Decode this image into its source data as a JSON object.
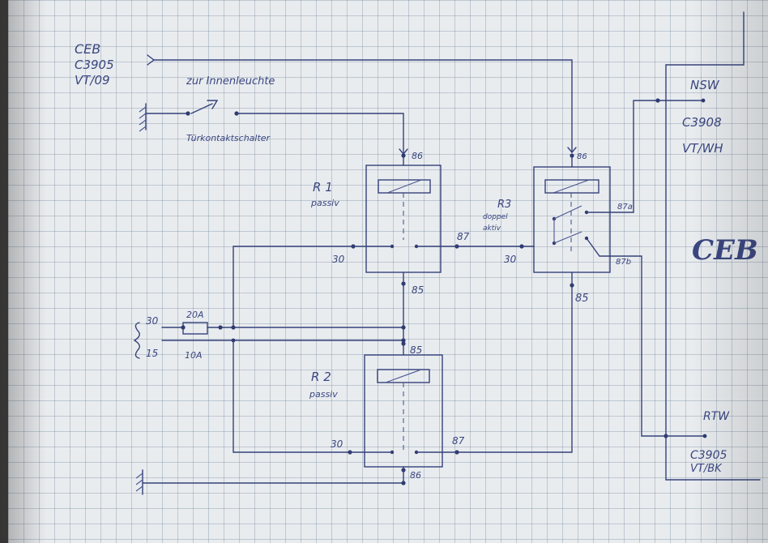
{
  "connector_ceb_in": {
    "line1": "CEB",
    "line2": "C3905",
    "line3": "VT/09"
  },
  "interior_light_label": "zur Innenleuchte",
  "door_switch_label": "Türkontaktschalter",
  "relay1": {
    "name": "R 1",
    "mode": "passiv",
    "pin86": "86",
    "pin85": "85",
    "pin30": "30",
    "pin87": "87"
  },
  "relay2": {
    "name": "R 2",
    "mode": "passiv",
    "pin86": "86",
    "pin85": "85",
    "pin30": "30",
    "pin87": "87"
  },
  "relay3": {
    "name": "R3",
    "mode_line1": "doppel",
    "mode_line2": "aktiv",
    "pin86": "86",
    "pin85": "85",
    "pin30": "30",
    "pin87a": "87a",
    "pin87b": "87b"
  },
  "supply": {
    "term30": "30",
    "term15": "15",
    "fuse_top": "20A",
    "fuse_bottom": "10A"
  },
  "ceb_module": {
    "title": "CEB",
    "nsw_label": "NSW",
    "nsw_conn_line1": "C3908",
    "nsw_conn_line2": "VT/WH",
    "rtw_label": "RTW",
    "rtw_conn_line1": "C3905",
    "rtw_conn_line2": "VT/BK"
  }
}
